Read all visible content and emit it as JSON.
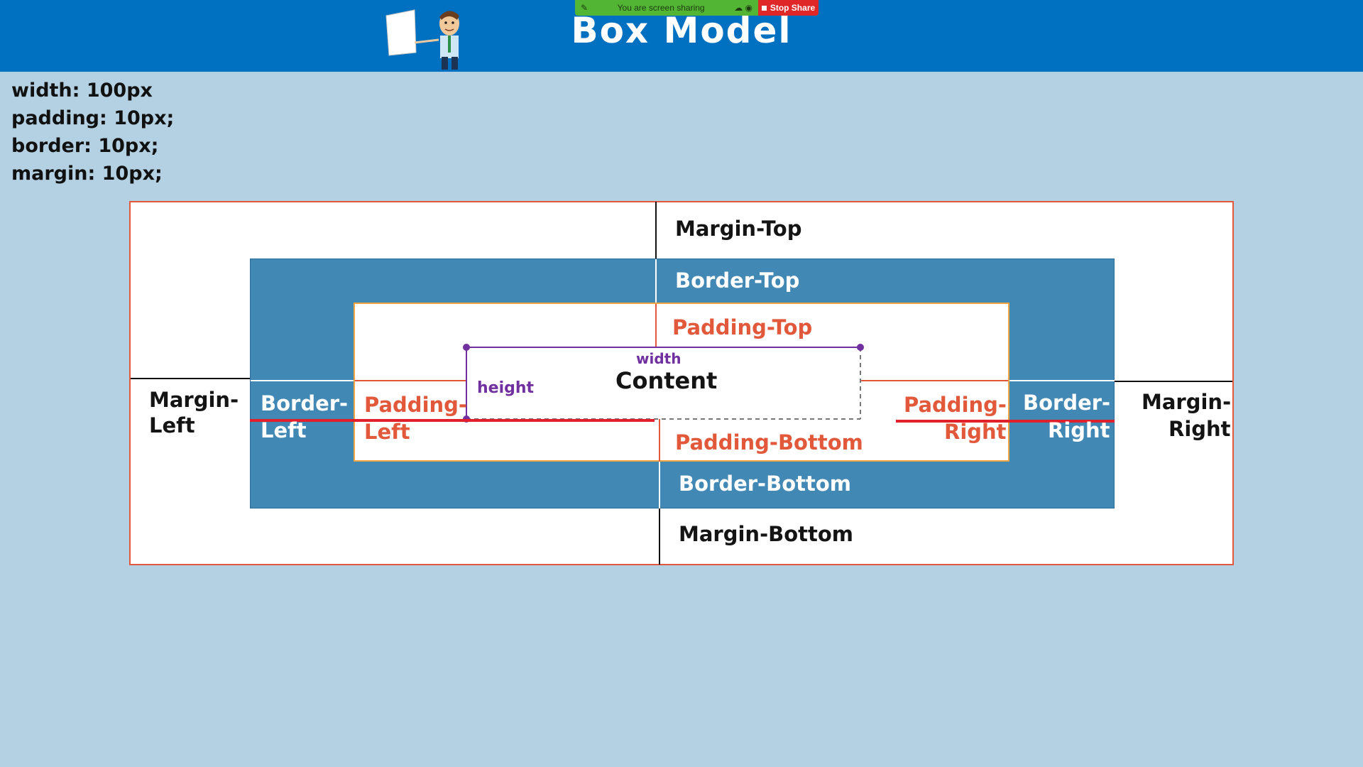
{
  "header": {
    "title": "Box Model"
  },
  "share_bar": {
    "status": "You are screen sharing",
    "stop_label": "Stop Share"
  },
  "css_properties": [
    "width: 100px",
    "padding: 10px;",
    "border: 10px;",
    "margin: 10px;"
  ],
  "diagram": {
    "margin_top": "Margin-Top",
    "margin_left_1": "Margin-",
    "margin_left_2": "Left",
    "margin_right_1": "Margin-",
    "margin_right_2": "Right",
    "margin_bottom": "Margin-Bottom",
    "border_top": "Border-Top",
    "border_left_1": "Border-",
    "border_left_2": "Left",
    "border_right_1": "Border-",
    "border_right_2": "Right",
    "border_bottom": "Border-Bottom",
    "padding_top": "Padding-Top",
    "padding_left_1": "Padding-",
    "padding_left_2": "Left",
    "padding_right_1": "Padding-",
    "padding_right_2": "Right",
    "padding_bottom": "Padding-Bottom",
    "content": "Content",
    "width_label": "width",
    "height_label": "height"
  },
  "colors": {
    "header": "#0070c0",
    "background": "#b3d1e3",
    "border_fill": "#4188b5",
    "padding_text": "#e2583a",
    "content_annot": "#7030a0",
    "highlight_line": "#e0202a"
  }
}
